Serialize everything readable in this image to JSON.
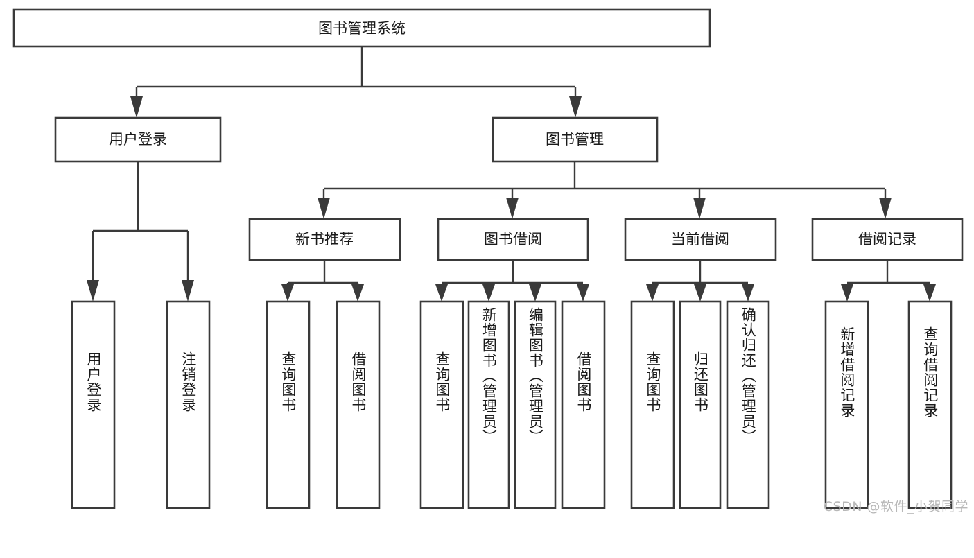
{
  "diagram": {
    "type": "tree-hierarchy",
    "title": "图书管理系统",
    "orientation": "top-down",
    "watermark": "CSDN @软件_小贺同学",
    "colors": {
      "background": "#ffffff",
      "box_stroke": "#3a3a3a",
      "box_fill": "#ffffff",
      "connector": "#3a3a3a",
      "text": "#1a1a1a",
      "watermark": "#b8b8b8"
    },
    "root": {
      "label": "图书管理系统"
    },
    "level2": [
      {
        "label": "用户登录"
      },
      {
        "label": "图书管理"
      }
    ],
    "level3": [
      {
        "label": "新书推荐"
      },
      {
        "label": "图书借阅"
      },
      {
        "label": "当前借阅"
      },
      {
        "label": "借阅记录"
      }
    ],
    "leaves": {
      "user_login": [
        {
          "label": "用户登录"
        },
        {
          "label": "注销登录"
        }
      ],
      "new_book_recommend": [
        {
          "label": "查询图书"
        },
        {
          "label": "借阅图书"
        }
      ],
      "book_borrow": [
        {
          "label": "查询图书"
        },
        {
          "label": "新增图书（管理员）"
        },
        {
          "label": "编辑图书（管理员）"
        },
        {
          "label": "借阅图书"
        }
      ],
      "current_borrow": [
        {
          "label": "查询图书"
        },
        {
          "label": "归还图书"
        },
        {
          "label": "确认归还（管理员）"
        }
      ],
      "borrow_record": [
        {
          "label": "新增借阅记录"
        },
        {
          "label": "查询借阅记录"
        }
      ]
    }
  }
}
